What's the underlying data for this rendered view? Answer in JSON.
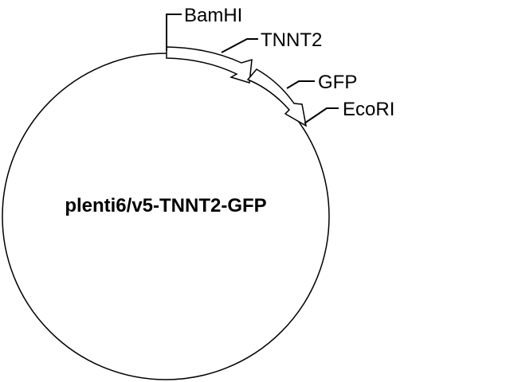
{
  "plasmid": {
    "name": "plenti6/v5-TNNT2-GFP"
  },
  "features": [
    {
      "label": "BamHI",
      "kind": "restriction-site"
    },
    {
      "label": "TNNT2",
      "kind": "gene"
    },
    {
      "label": "GFP",
      "kind": "gene"
    },
    {
      "label": "EcoRI",
      "kind": "restriction-site"
    }
  ],
  "colors": {
    "line": "#000000",
    "background": "#ffffff",
    "arrow_fill": "#ffffff"
  }
}
